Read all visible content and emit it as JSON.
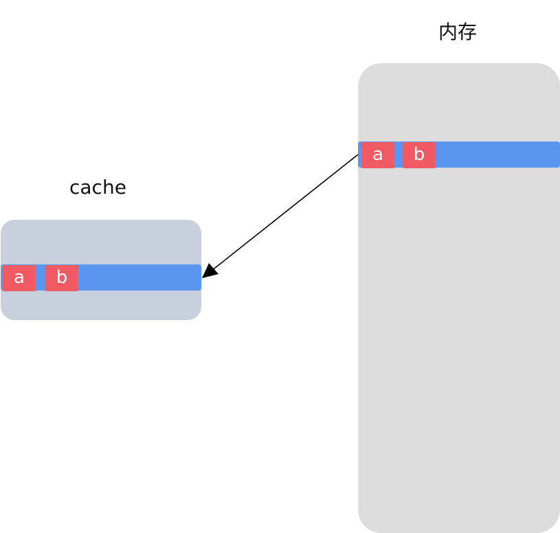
{
  "cache": {
    "title": "cache",
    "cells": [
      "a",
      "b"
    ]
  },
  "memory": {
    "title": "内存",
    "cells": [
      "a",
      "b"
    ]
  },
  "colors": {
    "cache_block": "#c7d0dc",
    "memory_block": "#dcdcdc",
    "cache_line": "#5a95ef",
    "cell": "#f25a63",
    "arrow": "#000000"
  }
}
